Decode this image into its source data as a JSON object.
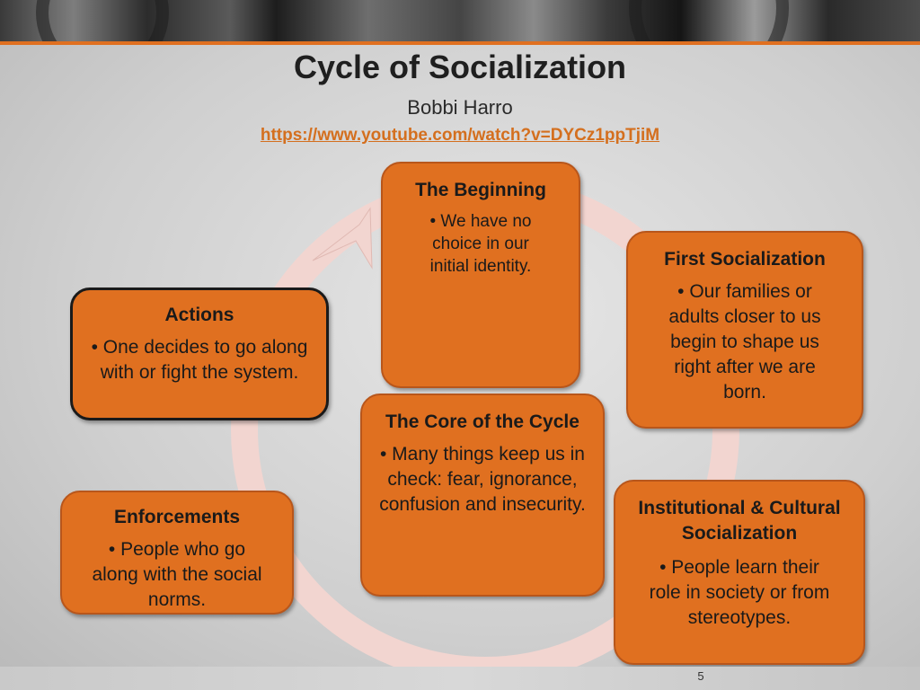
{
  "slide": {
    "title": "Cycle of Socialization",
    "subtitle": "Bobbi Harro",
    "link": "https://www.youtube.com/watch?v=DYCz1ppTjiM",
    "page_number": "5"
  },
  "colors": {
    "box_fill": "#e07020",
    "box_border": "#b8561b",
    "cycle_ring": "#f2d5d0",
    "link_color": "#d46f1e",
    "accent_line": "#e07020"
  },
  "cycle": {
    "boxes": [
      {
        "heading": "The Beginning",
        "text": "• We have no choice in our initial identity."
      },
      {
        "heading": "First Socialization",
        "text": "• Our families or adults closer to us begin to shape us right after we are born."
      },
      {
        "heading": "Institutional & Cultural Socialization",
        "text": "• People learn their role in society or from stereotypes."
      },
      {
        "heading": "Enforcements",
        "text": "• People who go along with the social norms."
      },
      {
        "heading": "Actions",
        "text": "• One decides to go along with or fight the system."
      }
    ],
    "core": {
      "heading": "The Core of the Cycle",
      "text": "• Many things keep us in check: fear, ignorance, confusion and insecurity."
    }
  },
  "icons": {
    "arrow": "arrow-icon"
  }
}
